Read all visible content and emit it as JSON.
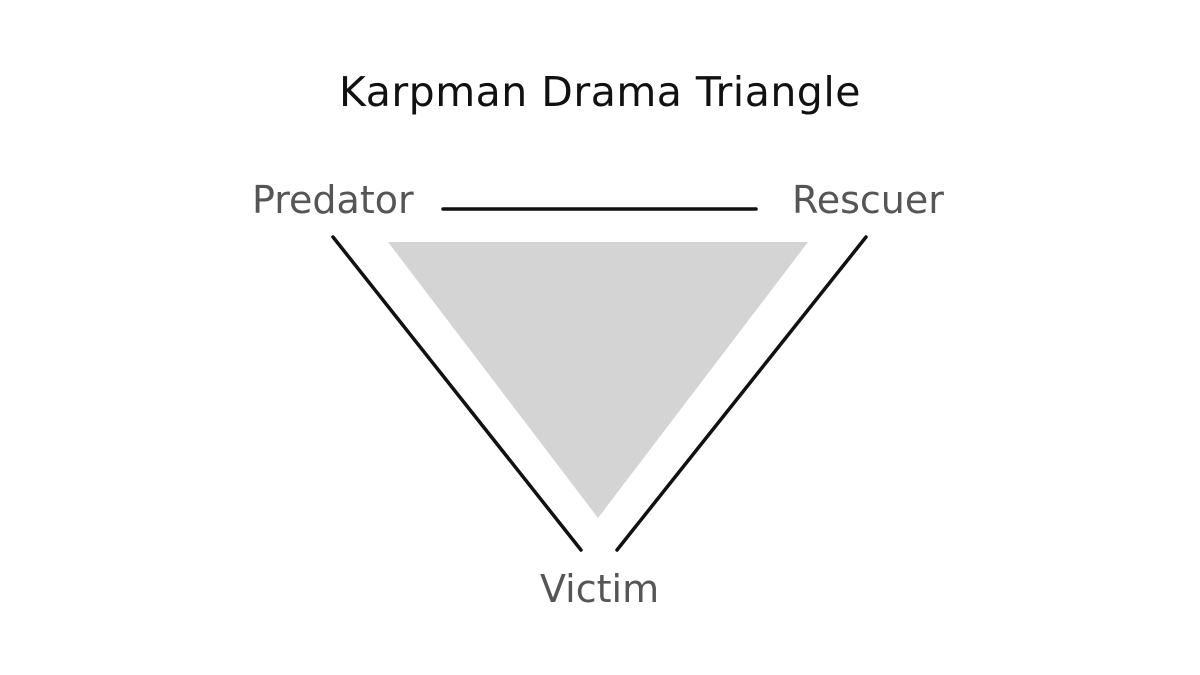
{
  "title": "Karpman Drama Triangle",
  "roles": {
    "predator": "Predator",
    "rescuer": "Rescuer",
    "victim": "Victim"
  },
  "colors": {
    "background": "#ffffff",
    "lines": "#111111",
    "triangle_fill": "#d4d4d4",
    "label_text": "#555555",
    "title_text": "#111111"
  }
}
